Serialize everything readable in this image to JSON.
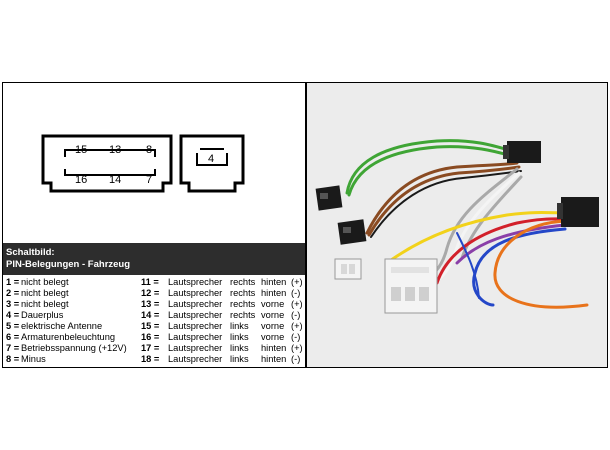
{
  "connector_pins": {
    "main_top": [
      "15",
      "13",
      "8"
    ],
    "main_bottom": [
      "16",
      "14",
      "7"
    ],
    "small": "4"
  },
  "caption": {
    "title": "Schaltbild:",
    "subtitle": "PIN-Belegungen - Fahrzeug"
  },
  "pins_left": [
    {
      "num": "1 =",
      "desc": "nicht belegt"
    },
    {
      "num": "2 =",
      "desc": "nicht belegt"
    },
    {
      "num": "3 =",
      "desc": "nicht belegt"
    },
    {
      "num": "4 =",
      "desc": "Dauerplus"
    },
    {
      "num": "5 =",
      "desc": "elektrische Antenne"
    },
    {
      "num": "6 =",
      "desc": "Armaturenbeleuchtung"
    },
    {
      "num": "7 =",
      "desc": "Betriebsspannung (+12V)"
    },
    {
      "num": "8 =",
      "desc": "Minus"
    }
  ],
  "pins_right": [
    {
      "num": "11 =",
      "desc": "Lautsprecher",
      "side": "rechts",
      "pos": "hinten",
      "pol": "(+)"
    },
    {
      "num": "12 =",
      "desc": "Lautsprecher",
      "side": "rechts",
      "pos": "hinten",
      "pol": "(-)"
    },
    {
      "num": "13 =",
      "desc": "Lautsprecher",
      "side": "rechts",
      "pos": "vorne",
      "pol": "(+)"
    },
    {
      "num": "14 =",
      "desc": "Lautsprecher",
      "side": "rechts",
      "pos": "vorne",
      "pol": "(-)"
    },
    {
      "num": "15 =",
      "desc": "Lautsprecher",
      "side": "links",
      "pos": "vorne",
      "pol": "(+)"
    },
    {
      "num": "16 =",
      "desc": "Lautsprecher",
      "side": "links",
      "pos": "vorne",
      "pol": "(-)"
    },
    {
      "num": "17 =",
      "desc": "Lautsprecher",
      "side": "links",
      "pos": "hinten",
      "pol": "(+)"
    },
    {
      "num": "18 =",
      "desc": "Lautsprecher",
      "side": "links",
      "pos": "hinten",
      "pol": "(-)"
    }
  ],
  "wire_colors": {
    "green": "#3fa535",
    "brown": "#8a4b22",
    "grey": "#a9a9a9",
    "white": "#f4f4f4",
    "yellow": "#f2d21a",
    "red": "#d2202a",
    "blue": "#2447c8",
    "orange": "#e8731b",
    "purple": "#8a3fa8",
    "black": "#1a1a1a"
  }
}
